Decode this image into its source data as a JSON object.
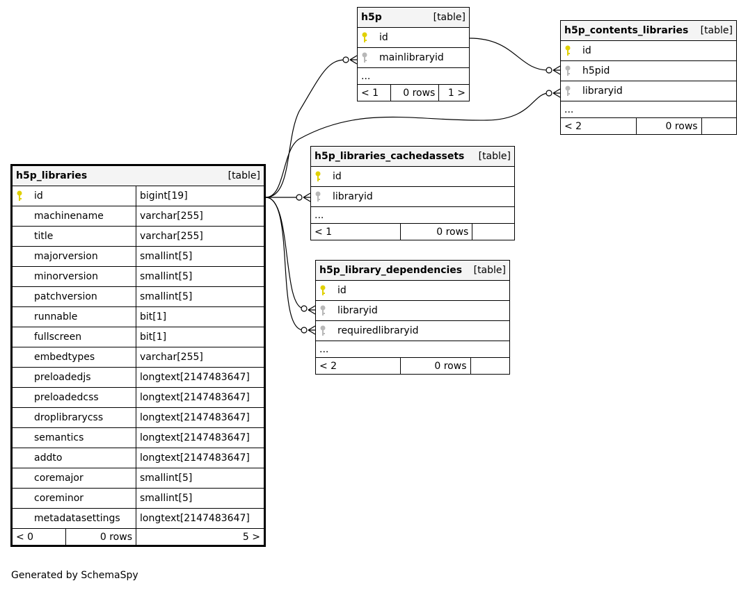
{
  "diagram": {
    "footer": "Generated by SchemaSpy",
    "key_colors": {
      "primary": "#e0d000",
      "foreign": "#b8b8b8"
    },
    "tables": {
      "h5p": {
        "name": "h5p",
        "kind": "[table]",
        "columns": [
          {
            "name": "id",
            "key": "primary"
          },
          {
            "name": "mainlibraryid",
            "key": "foreign"
          }
        ],
        "ellipsis": "...",
        "footer": {
          "parents": "< 1",
          "rows": "0 rows",
          "children": "1 >"
        }
      },
      "h5p_contents_libraries": {
        "name": "h5p_contents_libraries",
        "kind": "[table]",
        "columns": [
          {
            "name": "id",
            "key": "primary"
          },
          {
            "name": "h5pid",
            "key": "foreign"
          },
          {
            "name": "libraryid",
            "key": "foreign"
          }
        ],
        "ellipsis": "...",
        "footer": {
          "parents": "< 2",
          "rows": "0 rows",
          "children": ""
        }
      },
      "h5p_libraries_cachedassets": {
        "name": "h5p_libraries_cachedassets",
        "kind": "[table]",
        "columns": [
          {
            "name": "id",
            "key": "primary"
          },
          {
            "name": "libraryid",
            "key": "foreign"
          }
        ],
        "ellipsis": "...",
        "footer": {
          "parents": "< 1",
          "rows": "0 rows",
          "children": ""
        }
      },
      "h5p_library_dependencies": {
        "name": "h5p_library_dependencies",
        "kind": "[table]",
        "columns": [
          {
            "name": "id",
            "key": "primary"
          },
          {
            "name": "libraryid",
            "key": "foreign"
          },
          {
            "name": "requiredlibraryid",
            "key": "foreign"
          }
        ],
        "ellipsis": "...",
        "footer": {
          "parents": "< 2",
          "rows": "0 rows",
          "children": ""
        }
      },
      "h5p_libraries": {
        "name": "h5p_libraries",
        "kind": "[table]",
        "columns": [
          {
            "name": "id",
            "type": "bigint[19]",
            "key": "primary"
          },
          {
            "name": "machinename",
            "type": "varchar[255]"
          },
          {
            "name": "title",
            "type": "varchar[255]"
          },
          {
            "name": "majorversion",
            "type": "smallint[5]"
          },
          {
            "name": "minorversion",
            "type": "smallint[5]"
          },
          {
            "name": "patchversion",
            "type": "smallint[5]"
          },
          {
            "name": "runnable",
            "type": "bit[1]"
          },
          {
            "name": "fullscreen",
            "type": "bit[1]"
          },
          {
            "name": "embedtypes",
            "type": "varchar[255]"
          },
          {
            "name": "preloadedjs",
            "type": "longtext[2147483647]"
          },
          {
            "name": "preloadedcss",
            "type": "longtext[2147483647]"
          },
          {
            "name": "droplibrarycss",
            "type": "longtext[2147483647]"
          },
          {
            "name": "semantics",
            "type": "longtext[2147483647]"
          },
          {
            "name": "addto",
            "type": "longtext[2147483647]"
          },
          {
            "name": "coremajor",
            "type": "smallint[5]"
          },
          {
            "name": "coreminor",
            "type": "smallint[5]"
          },
          {
            "name": "metadatasettings",
            "type": "longtext[2147483647]"
          }
        ],
        "footer": {
          "parents": "< 0",
          "rows": "0 rows",
          "children": "5 >"
        }
      }
    }
  }
}
